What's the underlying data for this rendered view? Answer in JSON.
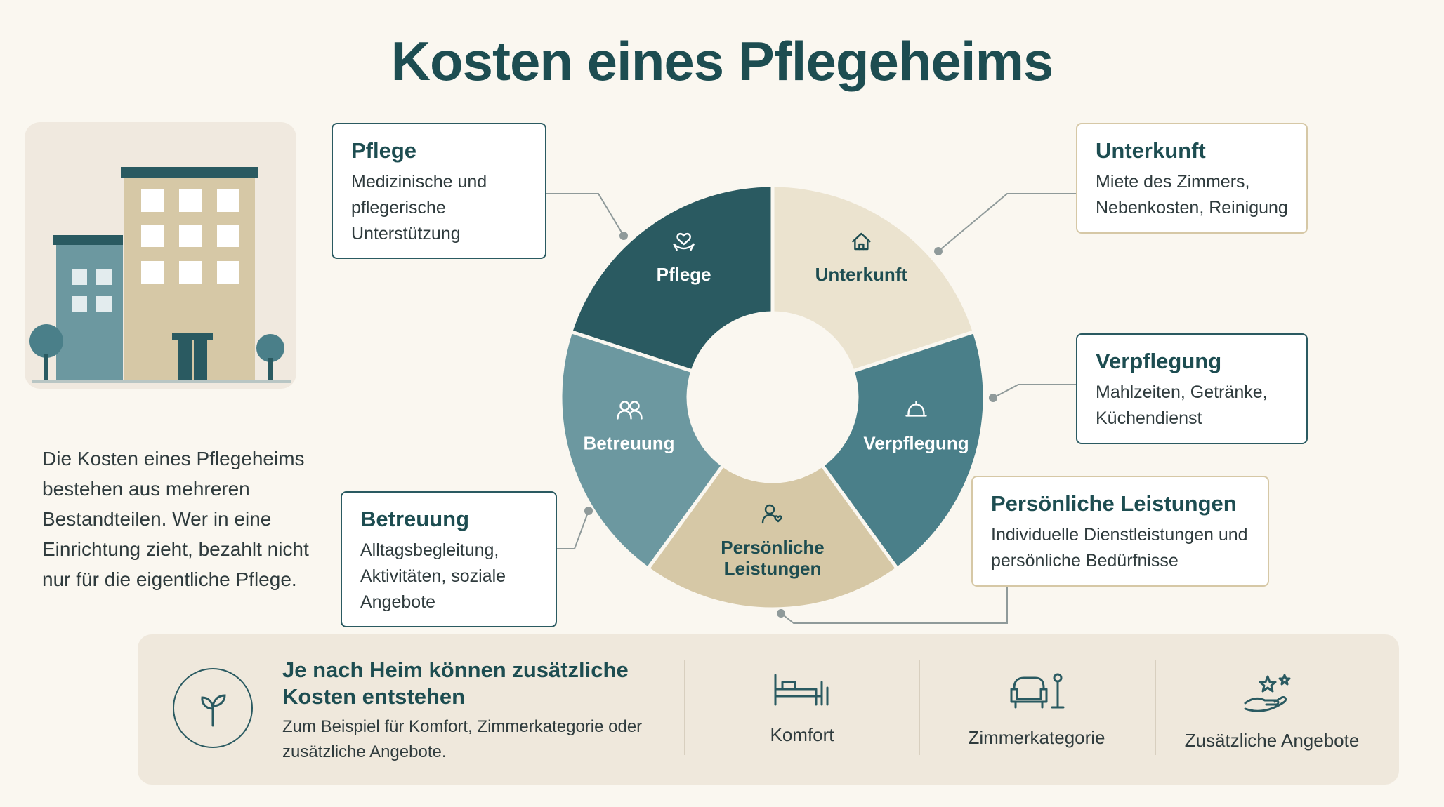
{
  "title": "Kosten eines Pflegeheims",
  "intro": "Die Kosten eines Pflegeheims bestehen aus mehreren Bestandteilen. Wer in eine Einrichtung zieht, bezahlt nicht nur für die eigentliche Pflege.",
  "segments": [
    {
      "label": "Pflege",
      "icon": "heart-hands-icon",
      "color": "#2a5a61",
      "text_color": "#ffffff"
    },
    {
      "label": "Unterkunft",
      "icon": "house-icon",
      "color": "#ebe3cf",
      "text_color": "#1d4d51"
    },
    {
      "label": "Verpflegung",
      "icon": "cloche-icon",
      "color": "#4a7f89",
      "text_color": "#ffffff"
    },
    {
      "label_line1": "Persönliche",
      "label_line2": "Leistungen",
      "icon": "person-heart-icon",
      "color": "#d6c8a6",
      "text_color": "#1d4d51"
    },
    {
      "label": "Betreuung",
      "icon": "people-icon",
      "color": "#6c98a0",
      "text_color": "#ffffff"
    }
  ],
  "callouts": {
    "pflege": {
      "title": "Pflege",
      "desc": "Medizinische und pflegerische Unterstützung"
    },
    "unterkunft": {
      "title": "Unterkunft",
      "desc": "Miete des Zimmers, Nebenkosten, Reinigung"
    },
    "verpflegung": {
      "title": "Verpflegung",
      "desc": "Mahlzeiten, Getränke, Küchendienst"
    },
    "leistungen": {
      "title": "Persönliche Leistungen",
      "desc": "Individuelle Dienstleistungen und persönliche Bedürfnisse"
    },
    "betreuung": {
      "title": "Betreuung",
      "desc": "Alltagsbegleitung, Aktivitäten, soziale Angebote"
    }
  },
  "bottom": {
    "title": "Je nach Heim können zusätzliche Kosten entstehen",
    "desc": "Zum Beispiel für Komfort, Zimmerkategorie oder zusätzliche Angebote.",
    "icon": "sprout-icon",
    "items": [
      {
        "label": "Komfort",
        "icon": "bed-icon"
      },
      {
        "label": "Zimmerkategorie",
        "icon": "armchair-lamp-icon"
      },
      {
        "label": "Zusätzliche Angebote",
        "icon": "hand-stars-icon"
      }
    ]
  },
  "colors": {
    "accent": "#1d4d51",
    "background": "#faf7f0",
    "beige": "#d6c8a6",
    "teal_dark": "#2a5a61"
  }
}
